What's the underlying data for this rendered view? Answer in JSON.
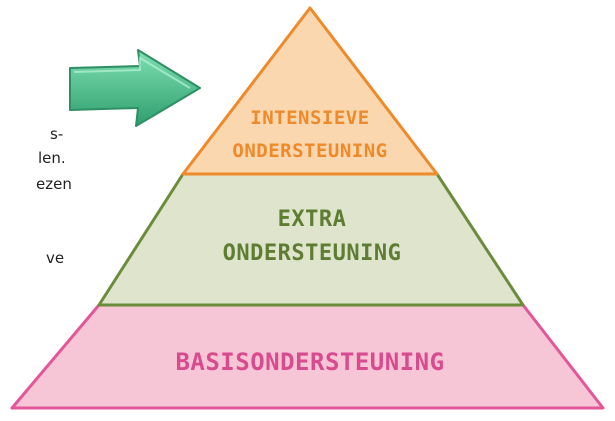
{
  "side_text": [
    {
      "text": "s-"
    },
    {
      "text": "len."
    },
    {
      "text": "ezen"
    },
    {
      "text": "ve"
    }
  ],
  "arrow": {
    "icon": "arrow-right-icon",
    "color": "#4fbf8a"
  },
  "pyramid": {
    "tiers": [
      {
        "lines": [
          "INTENSIEVE",
          "ONDERSTEUNING"
        ],
        "fill": "#fbd7b0",
        "stroke": "#ee8a2a",
        "text_color": "#ee8a2a"
      },
      {
        "lines": [
          "EXTRA",
          "ONDERSTEUNING"
        ],
        "fill": "#dfe5cc",
        "stroke": "#6b8c3a",
        "text_color": "#5e7d32"
      },
      {
        "lines": [
          "BASISONDERSTEUNING"
        ],
        "fill": "#f6c6d6",
        "stroke": "#e3569a",
        "text_color": "#d94b8f"
      }
    ]
  }
}
